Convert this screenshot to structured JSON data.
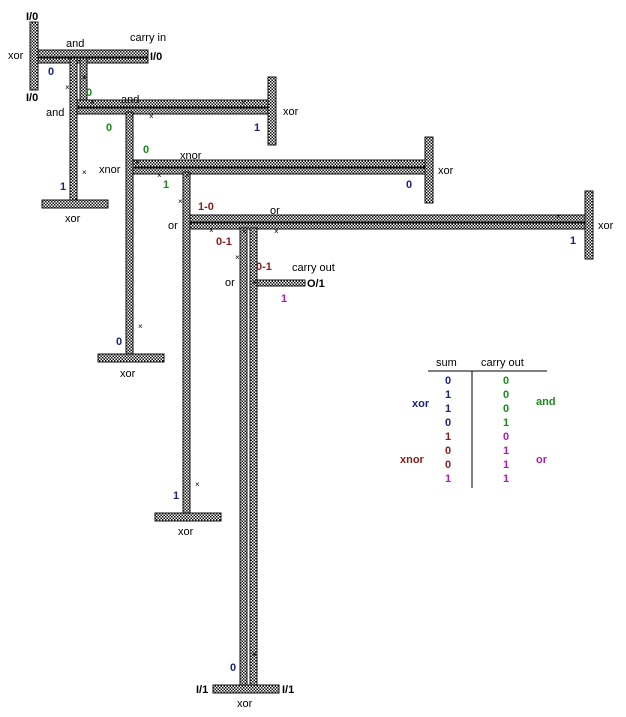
{
  "colors": {
    "blue": "#1a237e",
    "green": "#1b8a1b",
    "darkred": "#8b1a1a",
    "magenta": "#b01cb0",
    "wire": "#111111"
  },
  "labels": {
    "io_top_left": "I/0",
    "io_mid_left": "I/0",
    "io_carry_in": "I/0",
    "io_carry_out": "O/1",
    "io_bottom_left": "I/1",
    "io_bottom_right": "I/1",
    "carry_in": "carry in",
    "carry_out": "carry out",
    "and_top": "and",
    "and_mid": "and",
    "and_left": "and",
    "xor_left": "xor",
    "xor_r1": "xor",
    "xor_r2": "xor",
    "xor_r3": "xor",
    "xor_b1": "xor",
    "xor_b2": "xor",
    "xor_b3": "xor",
    "xor_b4": "xor",
    "xnor_top": "xnor",
    "xnor_left": "xnor",
    "or_top": "or",
    "or_left": "or",
    "or_left2": "or"
  },
  "signals": {
    "s0": "0",
    "s1": "0",
    "s2": "0",
    "s3": "0",
    "s4": "1",
    "s5": "1-0",
    "s6": "0-1",
    "s7": "0-1",
    "s8": "1",
    "s9": "1",
    "s10": "0",
    "s11": "1",
    "s12": "1",
    "s13": "0",
    "s14": "1",
    "s15": "0"
  },
  "truth_table": {
    "headers": [
      "sum",
      "carry out"
    ],
    "rows": [
      {
        "sum": "0",
        "carry": "0",
        "sum_color": "blue",
        "carry_color": "green"
      },
      {
        "sum": "1",
        "carry": "0",
        "sum_color": "blue",
        "carry_color": "green"
      },
      {
        "sum": "1",
        "carry": "0",
        "sum_color": "blue",
        "carry_color": "green"
      },
      {
        "sum": "0",
        "carry": "1",
        "sum_color": "blue",
        "carry_color": "green"
      },
      {
        "sum": "1",
        "carry": "0",
        "sum_color": "darkred",
        "carry_color": "magenta"
      },
      {
        "sum": "0",
        "carry": "1",
        "sum_color": "darkred",
        "carry_color": "magenta"
      },
      {
        "sum": "0",
        "carry": "1",
        "sum_color": "darkred",
        "carry_color": "magenta"
      },
      {
        "sum": "1",
        "carry": "1",
        "sum_color": "magenta",
        "carry_color": "magenta"
      }
    ],
    "group_labels": {
      "xor": "xor",
      "and": "and",
      "xnor": "xnor",
      "or": "or"
    }
  }
}
